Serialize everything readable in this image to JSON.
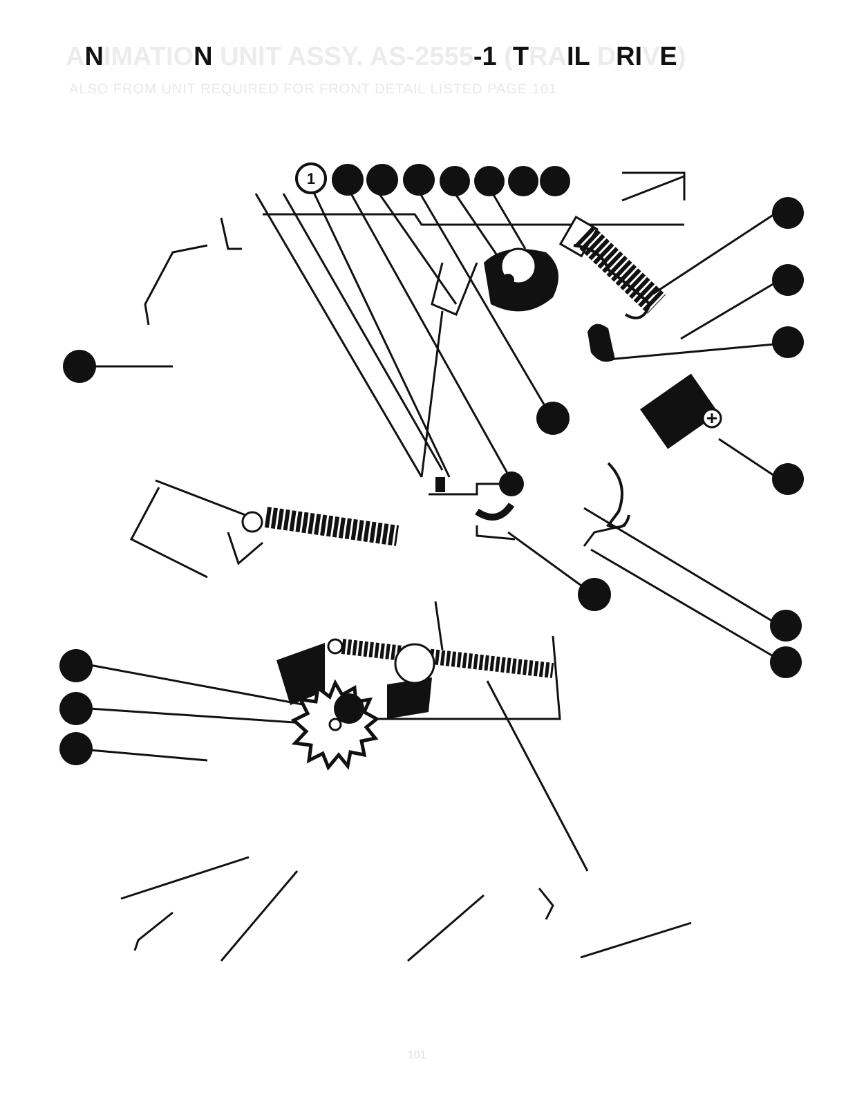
{
  "title": {
    "full": "ANIMATION UNIT ASSY. AS-2555-1 (TRAIL DRIVE)",
    "segments": [
      {
        "text": "A",
        "dark": false
      },
      {
        "text": "N",
        "dark": true
      },
      {
        "text": "IMATIO",
        "dark": false
      },
      {
        "text": "N",
        "dark": true
      },
      {
        "text": " UNIT ASSY. AS-2555",
        "dark": false
      },
      {
        "text": "-1",
        "dark": true
      },
      {
        "text": " (",
        "dark": false
      },
      {
        "text": "T",
        "dark": true
      },
      {
        "text": "RA",
        "dark": false
      },
      {
        "text": "IL",
        "dark": true
      },
      {
        "text": " D",
        "dark": false
      },
      {
        "text": "RI",
        "dark": true
      },
      {
        "text": "V",
        "dark": false
      },
      {
        "text": "E",
        "dark": true
      },
      {
        "text": ")",
        "dark": false
      }
    ]
  },
  "subtitle": "ALSO FROM UNIT REQUIRED FOR FRONT DETAIL LISTED PAGE 101",
  "callouts": {
    "outlined_label": "1"
  },
  "page_number": "101",
  "colors": {
    "ink": "#111111",
    "faded": "#e8e8e8"
  }
}
